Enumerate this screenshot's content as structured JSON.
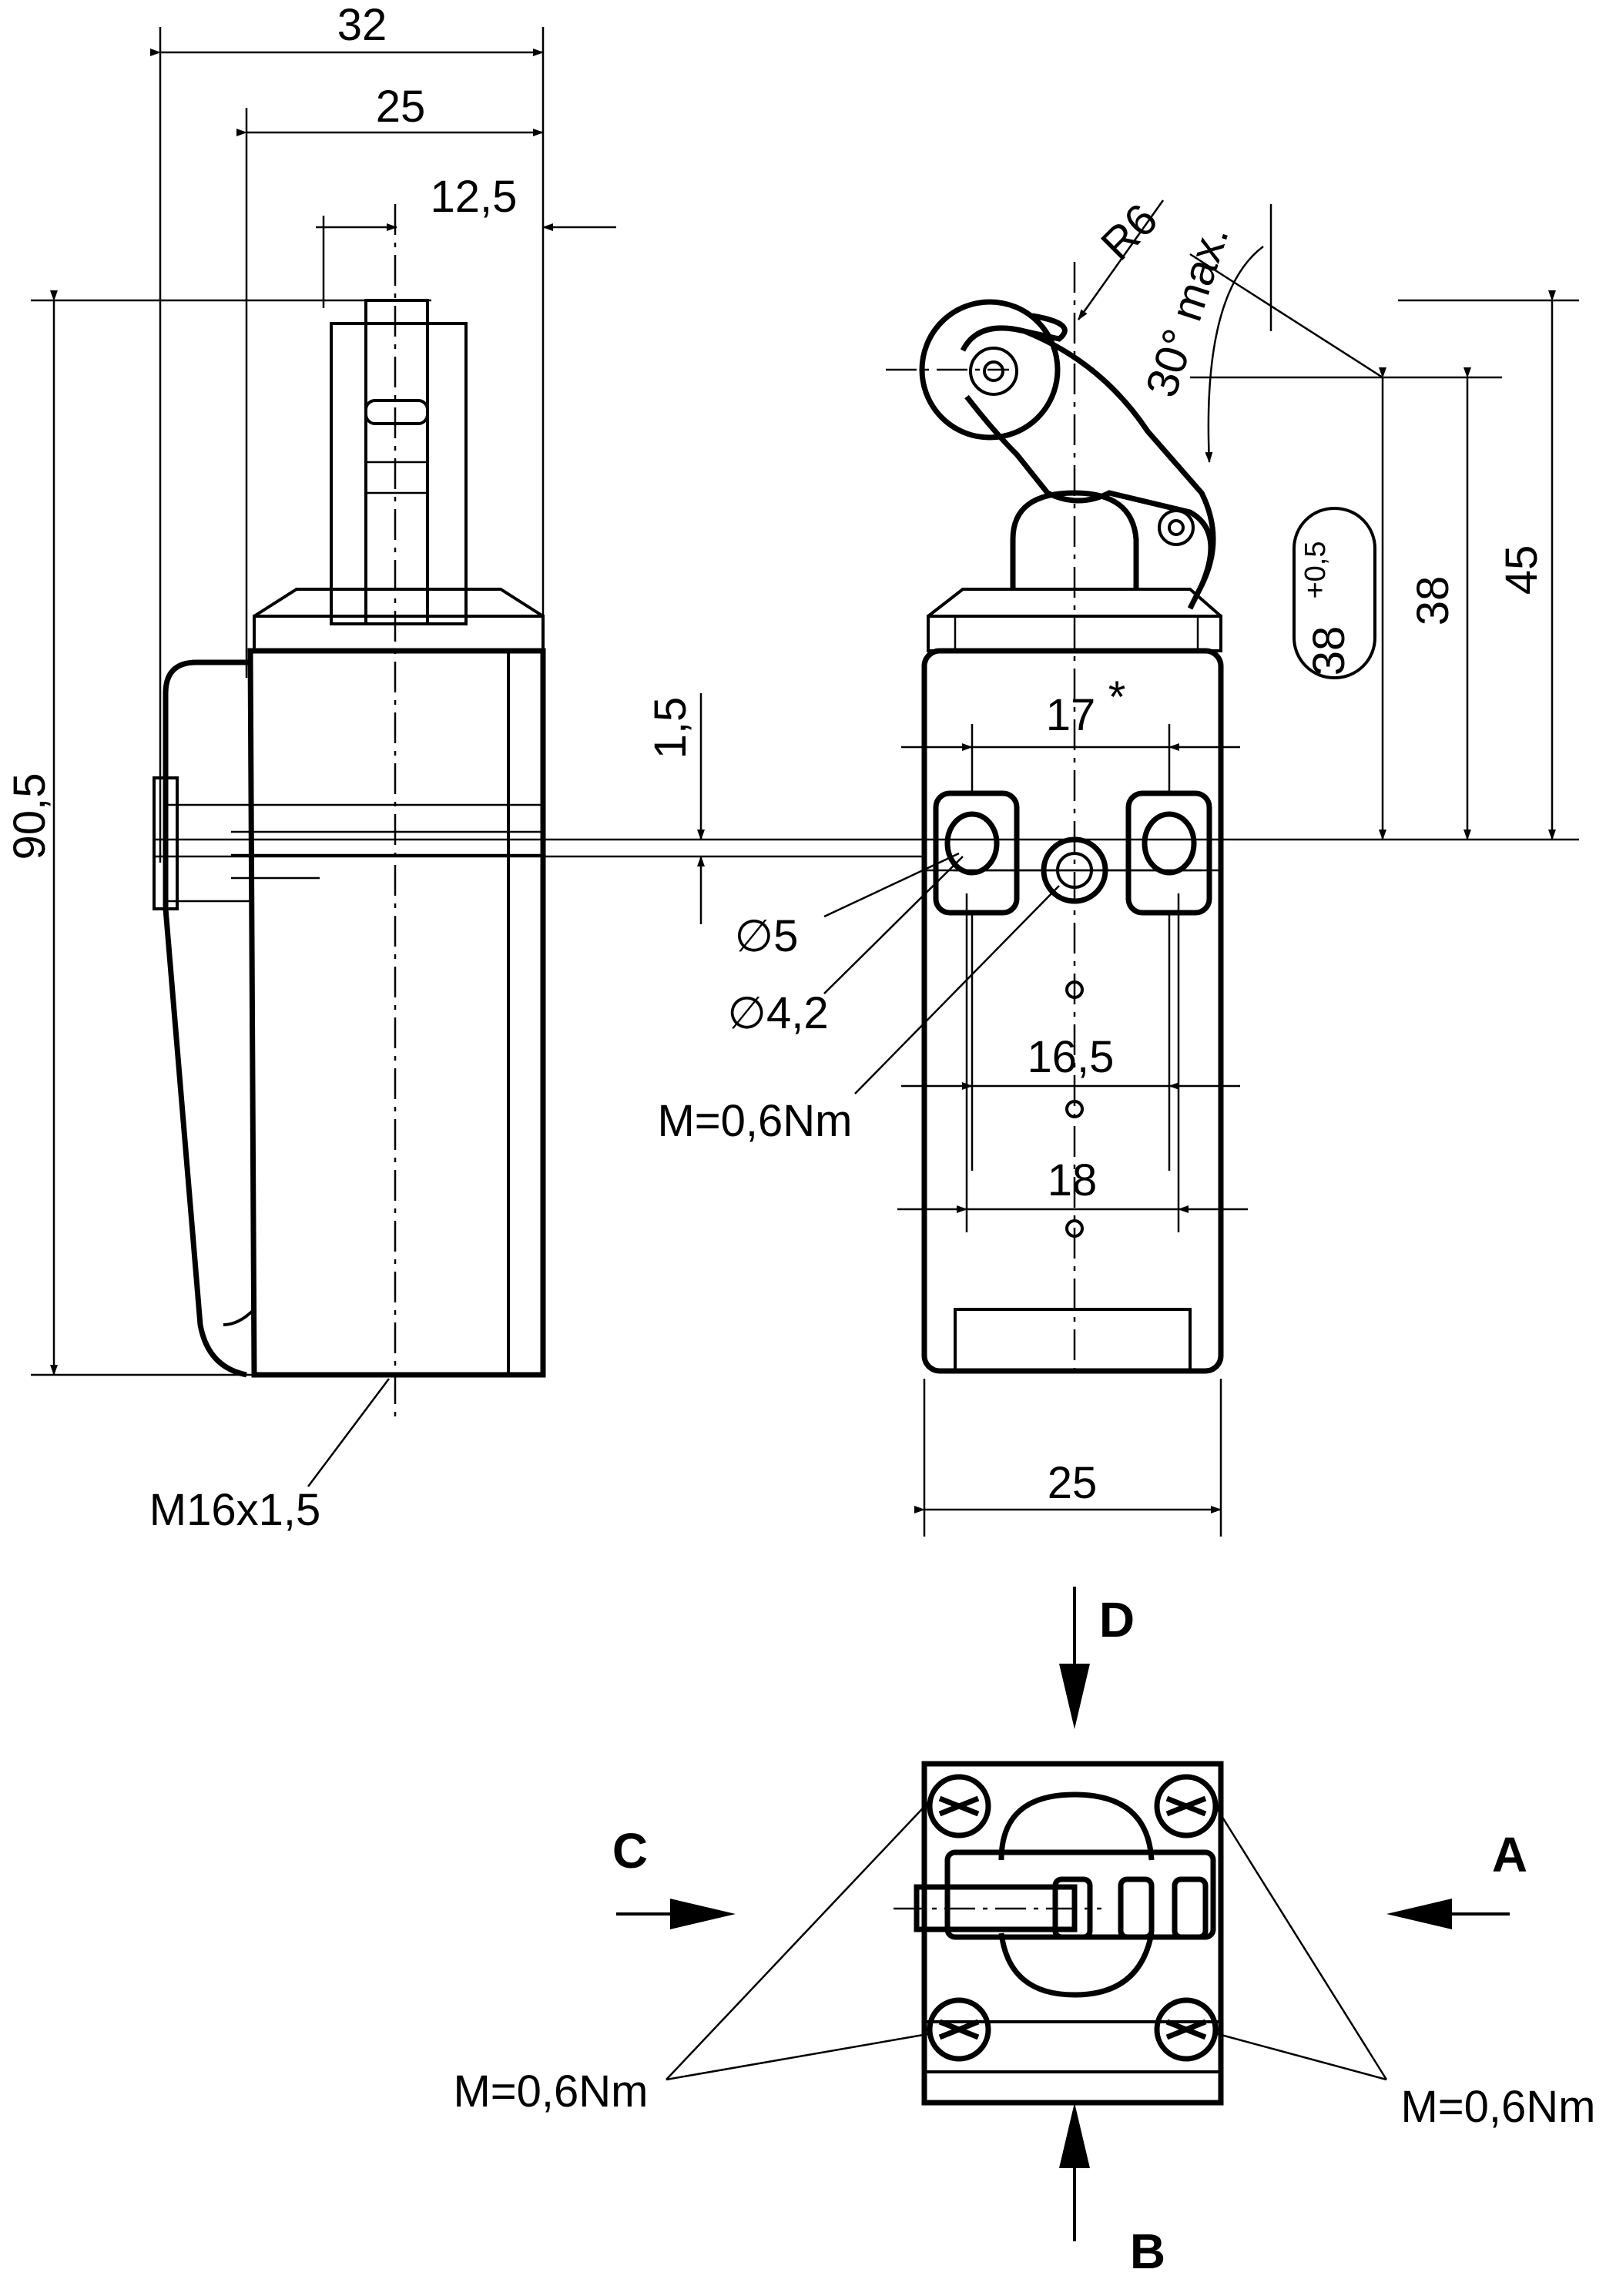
{
  "dimensions": {
    "d32": "32",
    "d25_top": "25",
    "d12_5": "12,5",
    "d90_5": "90,5",
    "m16": "M16x1,5",
    "r6": "R6",
    "angle": "30° max.",
    "d38_tol": "38",
    "tol": "+0,5",
    "d38": "38",
    "d45": "45",
    "d1_5": "1,5",
    "d17": "17",
    "star": "*",
    "dia5": "∅5",
    "dia4_2": "∅4,2",
    "torque_front": "M=0,6Nm",
    "d16_5": "16,5",
    "d18": "18",
    "d25_bottom": "25"
  },
  "bottom_view": {
    "label_a": "A",
    "label_b": "B",
    "label_c": "C",
    "label_d": "D",
    "torque_left": "M=0,6Nm",
    "torque_right": "M=0,6Nm"
  }
}
